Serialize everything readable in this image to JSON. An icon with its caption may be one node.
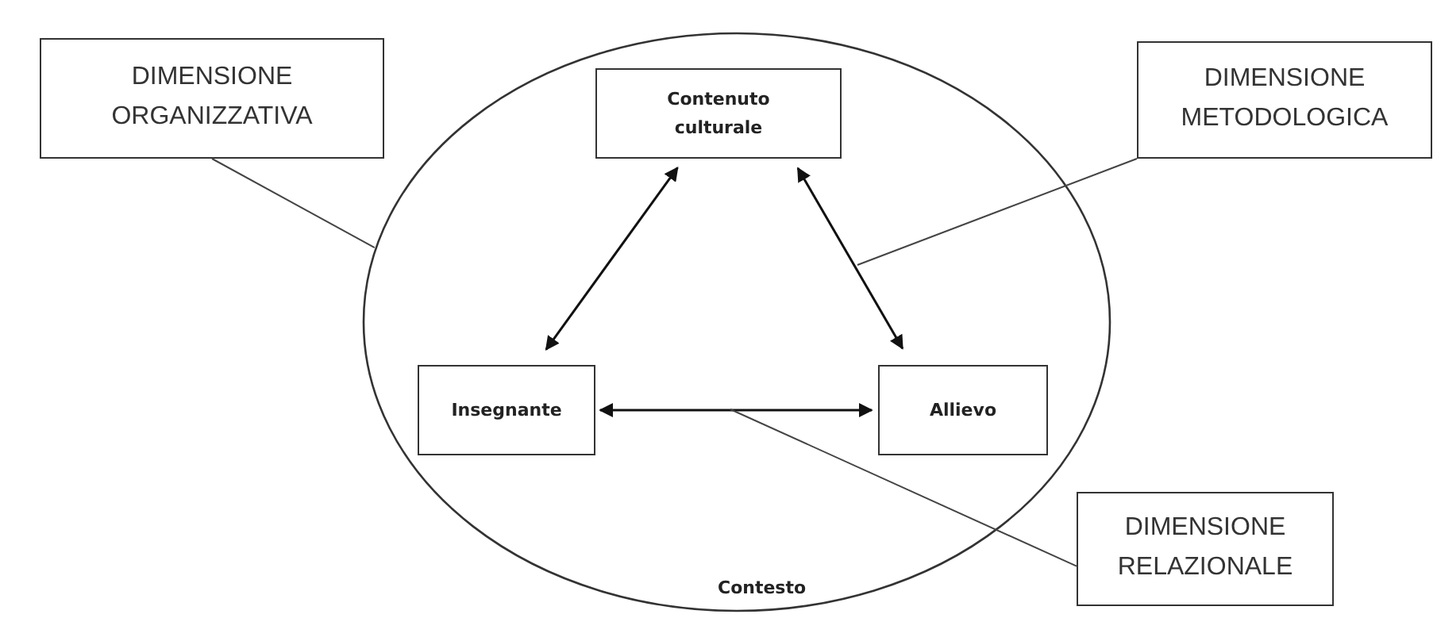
{
  "diagram": {
    "nodes": [
      {
        "text": [
          "Contesto"
        ]
      },
      {
        "text": [
          "Contenuto culturale"
        ],
        "in": 0
      },
      {
        "text": [
          "Insegnante"
        ],
        "in": 0
      },
      {
        "text": [
          "Allievo"
        ],
        "in": 0
      },
      {
        "text": [
          "DIMENSIONE ORGANIZZATIVA"
        ]
      },
      {
        "text": [
          "DIMENSIONE METODOLOGICA"
        ]
      },
      {
        "text": [
          "DIMENSIONE RELAZIONALE"
        ]
      }
    ],
    "edges": [
      {
        "from": 2,
        "to": 1,
        "arrow": "both"
      },
      {
        "from": 1,
        "to": 3,
        "arrow": "both"
      },
      {
        "from": 2,
        "to": 3,
        "arrow": "both"
      },
      {
        "from": 4,
        "to": 0,
        "arrow": "none"
      },
      {
        "from": 5,
        "to": null,
        "arrow": "none"
      },
      {
        "from": 6,
        "to": null,
        "arrow": "none"
      }
    ]
  }
}
